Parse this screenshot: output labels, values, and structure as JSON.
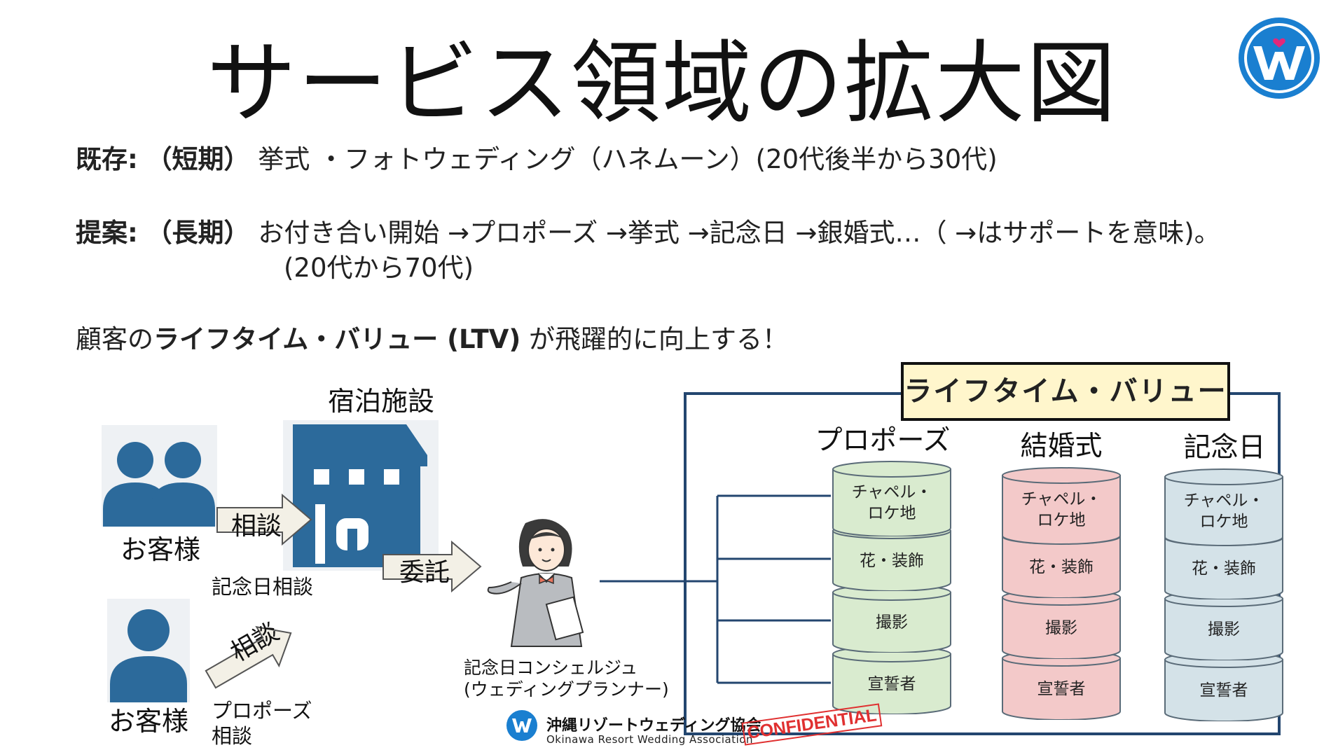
{
  "title": "サービス領域の拡大図",
  "existing": {
    "label": "既存:",
    "term": "（短期）",
    "text": "挙式 ・フォトウェディング（ハネムーン）(20代後半から30代)"
  },
  "proposal": {
    "label": "提案:",
    "term": "（長期）",
    "text": "お付き合い開始 →プロポーズ →挙式 →記念日 →銀婚式…（ →はサポートを意味)。",
    "age": "(20代から70代)"
  },
  "ltv_line": {
    "prefix": "顧客の",
    "bold": "ライフタイム・バリュー (LTV)",
    "suffix": " が飛躍的に向上する！"
  },
  "diagram": {
    "hotel_label": "宿泊施設",
    "customer_label_1": "お客様",
    "customer_label_2": "お客様",
    "consult_label_1": "相談",
    "consult_label_2": "相談",
    "delegate_label": "委託",
    "anniversary_consult": "記念日相談",
    "propose_consult": "プロポーズ\n相談",
    "concierge_label": "記念日コンシェルジュ\n(ウェディングプランナー)",
    "ltv_title": "ライフタイム・バリュー",
    "columns": [
      {
        "header": "プロポーズ",
        "color": "#d9ebcf",
        "items": [
          "チャペル・\nロケ地",
          "花・装飾",
          "撮影",
          "宣誓者"
        ]
      },
      {
        "header": "結婚式",
        "color": "#f3c9c9",
        "items": [
          "チャペル・\nロケ地",
          "花・装飾",
          "撮影",
          "宣誓者"
        ]
      },
      {
        "header": "記念日",
        "color": "#d4e2e8",
        "items": [
          "チャペル・\nロケ地",
          "花・装飾",
          "撮影",
          "宣誓者"
        ]
      }
    ],
    "colors": {
      "icon_blue": "#2c6a9b",
      "panel_border": "#23466f",
      "ltv_box_fill": "#fff6cc"
    }
  },
  "footer": {
    "org_jp": "沖縄リゾートウェディング協会",
    "org_en": "Okinawa Resort Wedding Association",
    "stamp": "CONFIDENTIAL"
  }
}
